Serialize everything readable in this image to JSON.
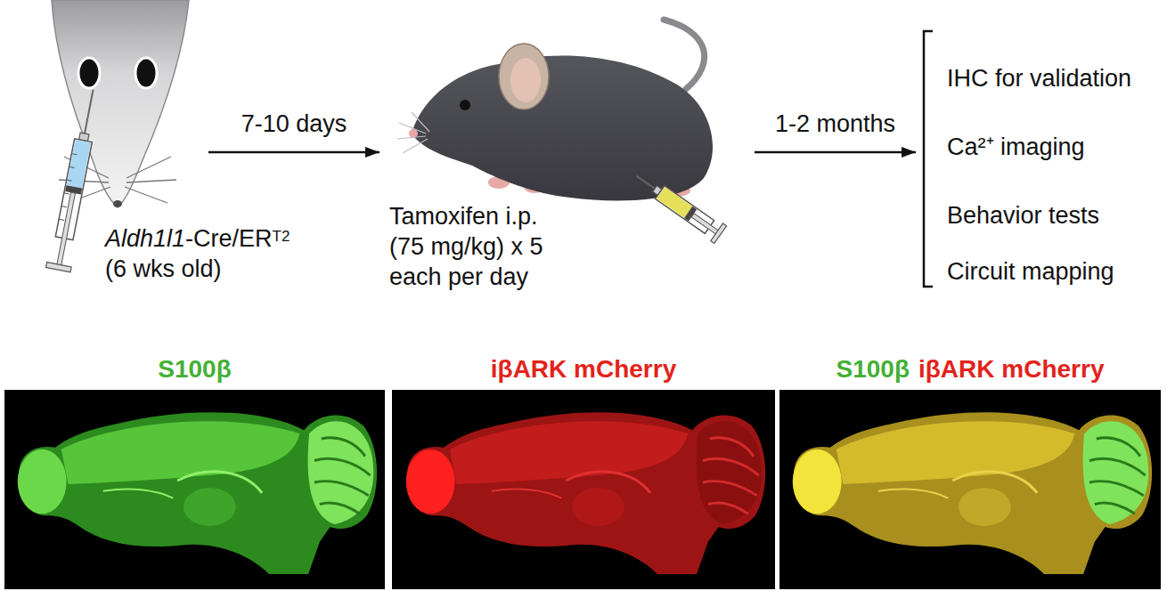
{
  "diagram": {
    "nodes": [
      {
        "text": [
          "Aldh1l1",
          "-Cre/ER",
          "T2",
          "(6 wks old)"
        ]
      },
      {
        "text": [
          "Tamoxifen i.p. (75 mg/kg) x 5 each per day"
        ]
      },
      {
        "text": [
          "IHC for validation",
          "Ca²⁺ imaging",
          "Behavior tests",
          "Circuit mapping"
        ]
      },
      {
        "text": [
          "S100β"
        ]
      },
      {
        "text": [
          "iβARK mCherry"
        ]
      },
      {
        "text": [
          "S100β",
          "iβARK mCherry"
        ]
      }
    ],
    "edges": [
      {
        "from": 0,
        "to": 1,
        "arrow": "to",
        "label": "7-10 days"
      },
      {
        "from": 1,
        "to": 2,
        "arrow": "to",
        "label": "1-2 months"
      }
    ]
  }
}
